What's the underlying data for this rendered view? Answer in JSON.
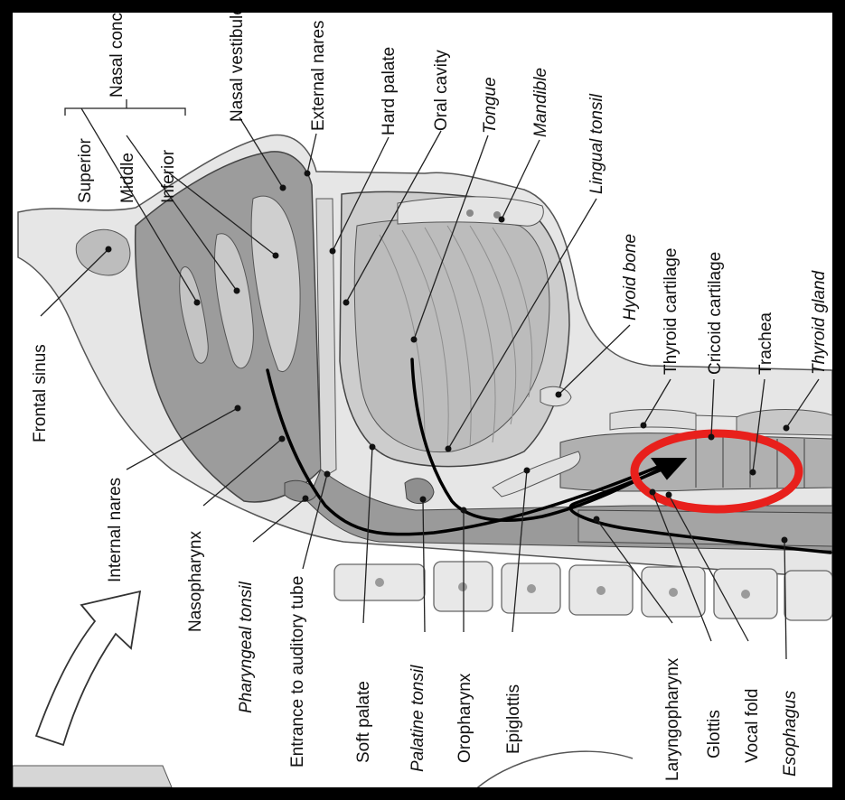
{
  "labels": {
    "nasal_conchae": "Nasal conchae",
    "superior": "Superior",
    "middle": "Middle",
    "inferior": "Inferior",
    "nasal_vestibule": "Nasal vestibule",
    "external_nares": "External nares",
    "hard_palate": "Hard palate",
    "oral_cavity": "Oral cavity",
    "tongue": "Tongue",
    "mandible": "Mandible",
    "lingual_tonsil": "Lingual tonsil",
    "hyoid_bone": "Hyoid bone",
    "thyroid_cartilage": "Thyroid cartilage",
    "cricoid_cartilage": "Cricoid cartilage",
    "trachea": "Trachea",
    "thyroid_gland": "Thyroid gland",
    "frontal_sinus": "Frontal sinus",
    "internal_nares": "Internal nares",
    "nasopharynx": "Nasopharynx",
    "pharyngeal_tonsil": "Pharyngeal tonsil",
    "entrance_auditory_tube": "Entrance to auditory tube",
    "soft_palate": "Soft palate",
    "palatine_tonsil": "Palatine tonsil",
    "oropharynx": "Oropharynx",
    "epiglottis": "Epiglottis",
    "laryngopharynx": "Laryngopharynx",
    "glottis": "Glottis",
    "vocal_fold": "Vocal fold",
    "esophagus": "Esophagus"
  },
  "colors": {
    "highlight_ring": "#e8201c",
    "arrow": "#000000",
    "tissue_dark": "#8a8a8a",
    "tissue_mid": "#b9b9b9",
    "tissue_light": "#dcdcdc"
  }
}
